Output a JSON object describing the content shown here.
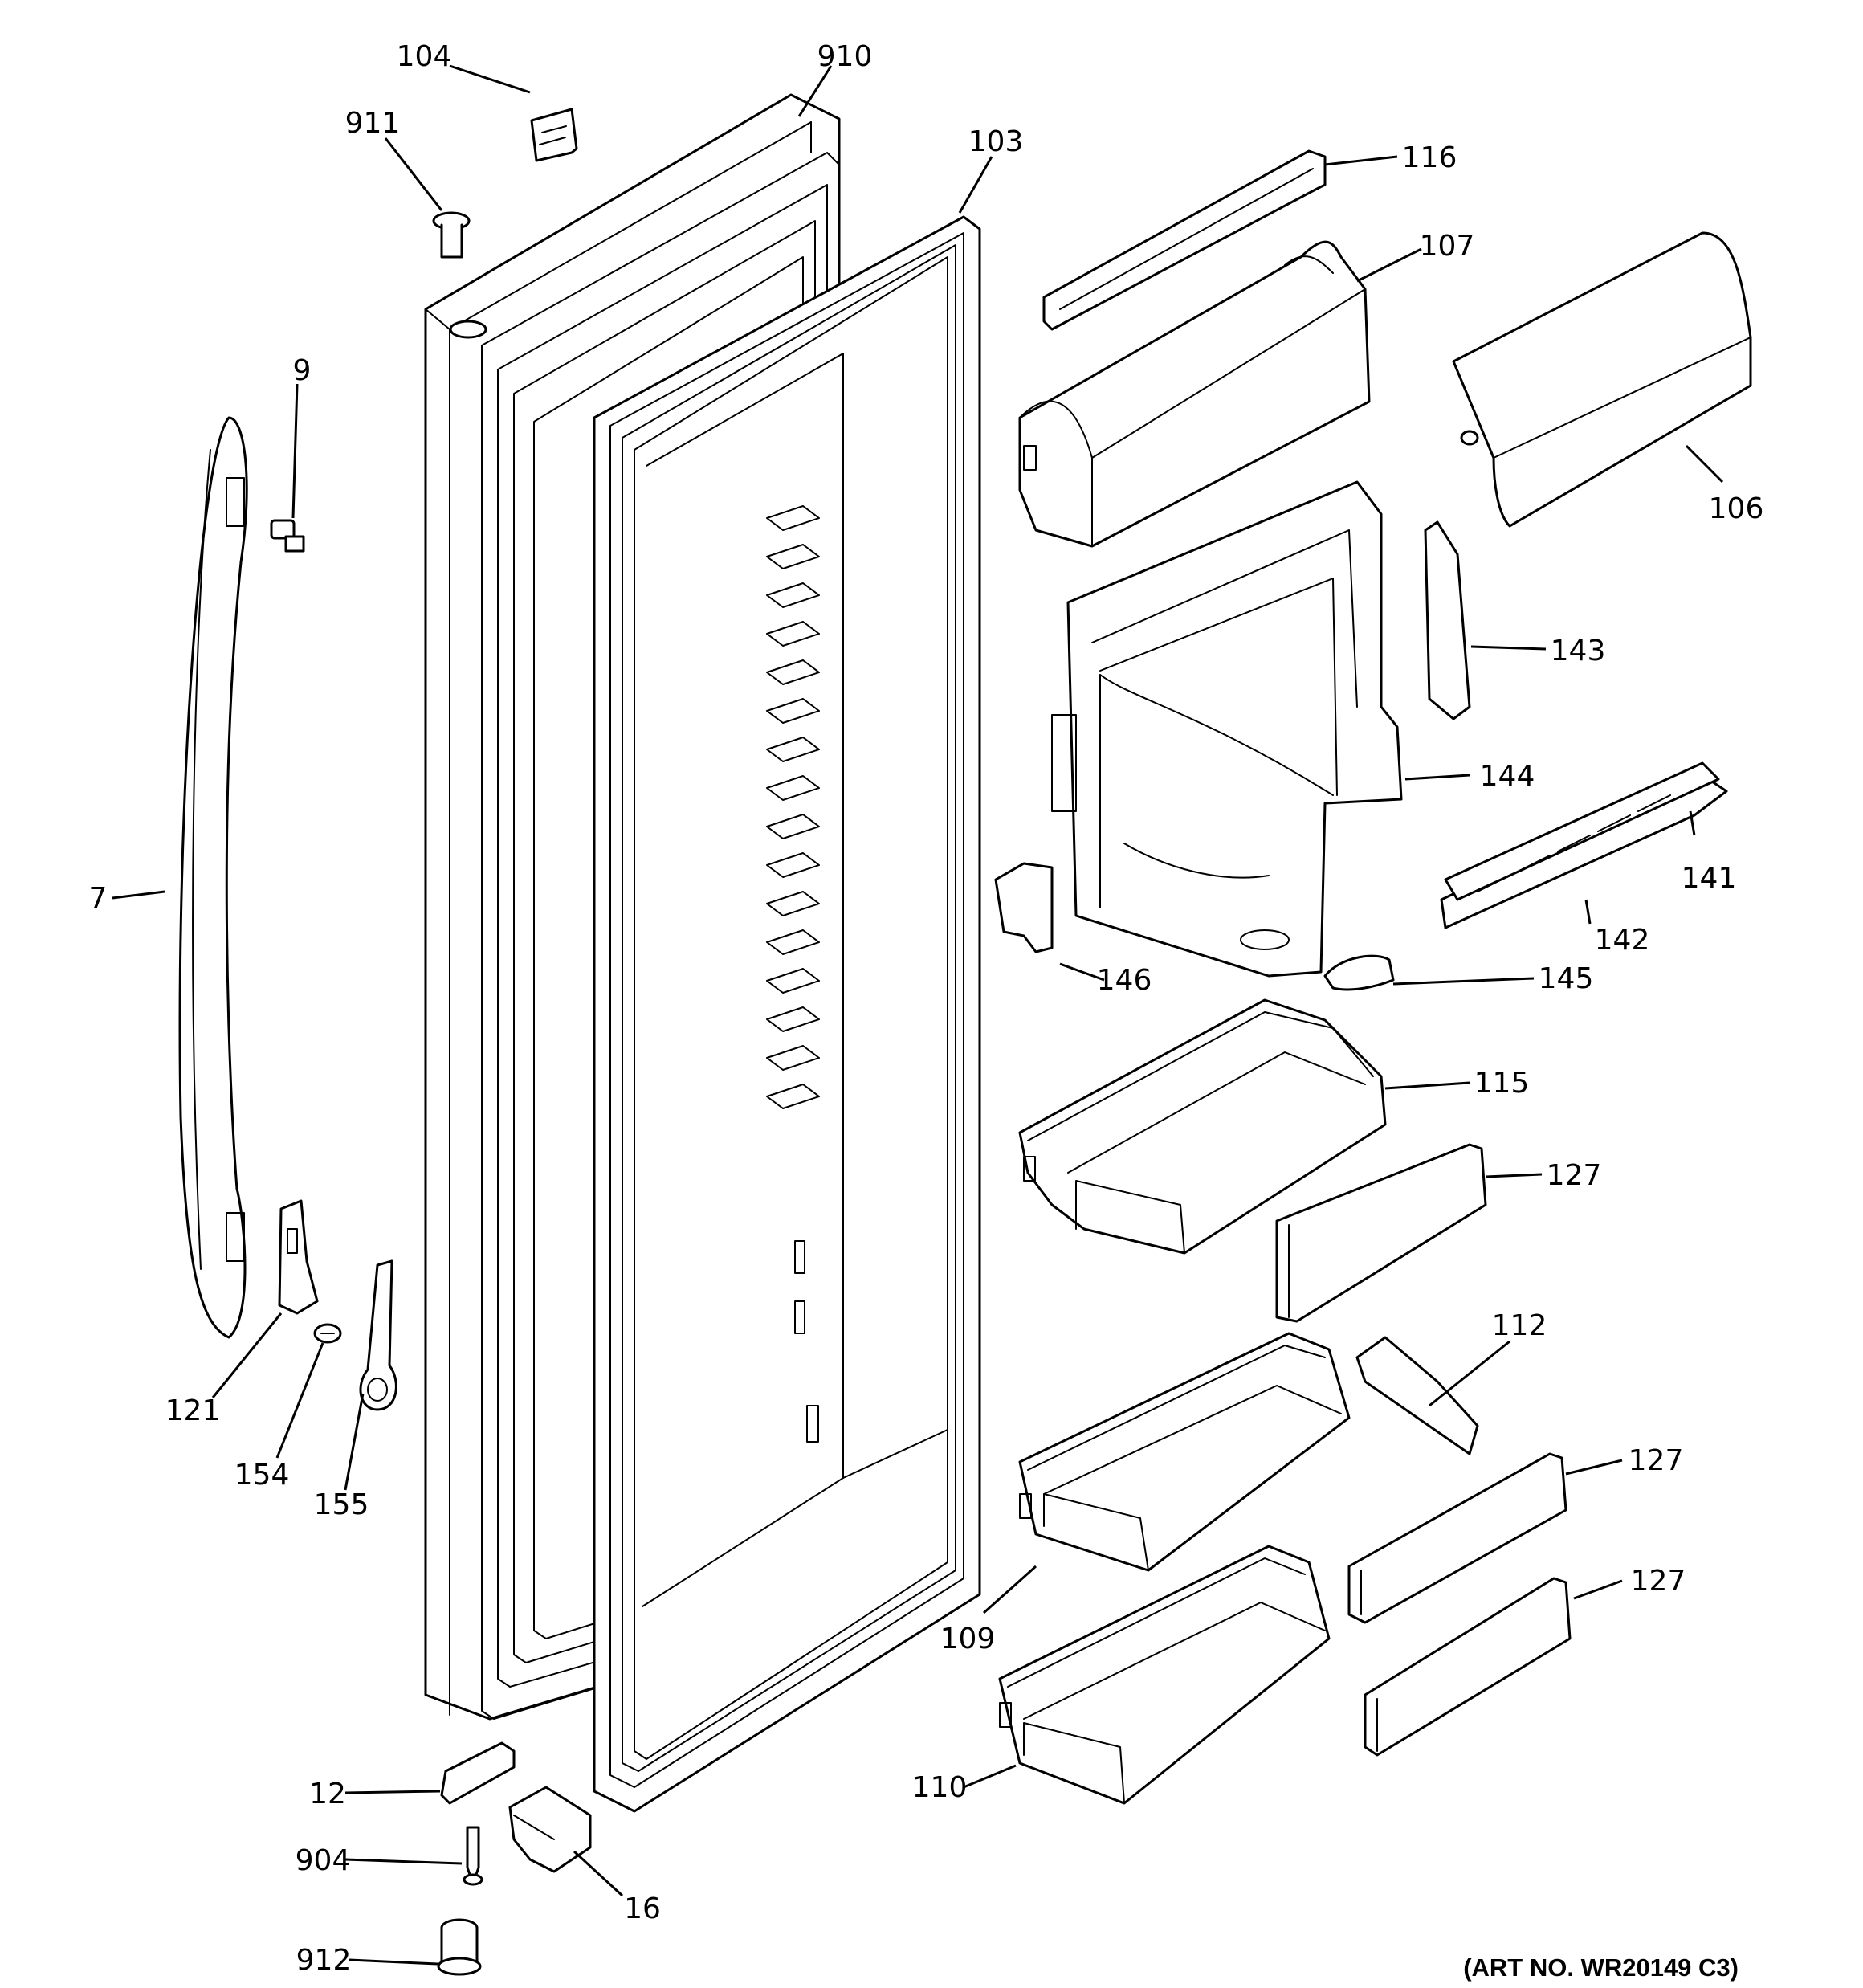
{
  "diagram": {
    "art_number": "(ART NO. WR20149 C3)",
    "callouts": {
      "c104": "104",
      "c910": "910",
      "c911": "911",
      "c103": "103",
      "c116": "116",
      "c107": "107",
      "c106": "106",
      "c9": "9",
      "c143": "143",
      "c144": "144",
      "c141": "141",
      "c142": "142",
      "c7": "7",
      "c146": "146",
      "c145": "145",
      "c115": "115",
      "c127a": "127",
      "c112": "112",
      "c121": "121",
      "c154": "154",
      "c155": "155",
      "c127b": "127",
      "c127c": "127",
      "c109": "109",
      "c110": "110",
      "c12": "12",
      "c904": "904",
      "c16": "16",
      "c912": "912"
    }
  }
}
